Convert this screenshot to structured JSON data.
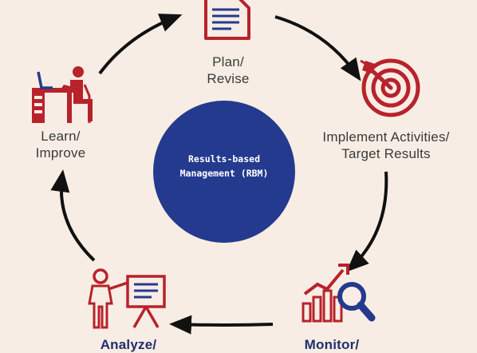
{
  "center": {
    "line1": "Results-based",
    "line2": "Management (RBM)"
  },
  "stages": {
    "plan": {
      "line1": "Plan/",
      "line2": "Revise"
    },
    "implement": {
      "line1": "Implement Activities/",
      "line2": "Target Results"
    },
    "monitor": {
      "line1": "Monitor/"
    },
    "analyze": {
      "line1": "Analyze/"
    },
    "learn": {
      "line1": "Learn/",
      "line2": "Improve"
    }
  },
  "icons": {
    "plan": "document-icon",
    "implement": "target-arrow-icon",
    "monitor": "chart-magnifier-icon",
    "analyze": "presenter-board-icon",
    "learn": "person-at-desk-icon"
  },
  "colors": {
    "background": "#f7ede4",
    "center_circle": "#243a8f",
    "icon_red": "#b8222b",
    "icon_blue": "#243a8f",
    "arrow": "#111111",
    "label_dark": "#3a3a3a",
    "label_blue": "#1f2f6e"
  }
}
